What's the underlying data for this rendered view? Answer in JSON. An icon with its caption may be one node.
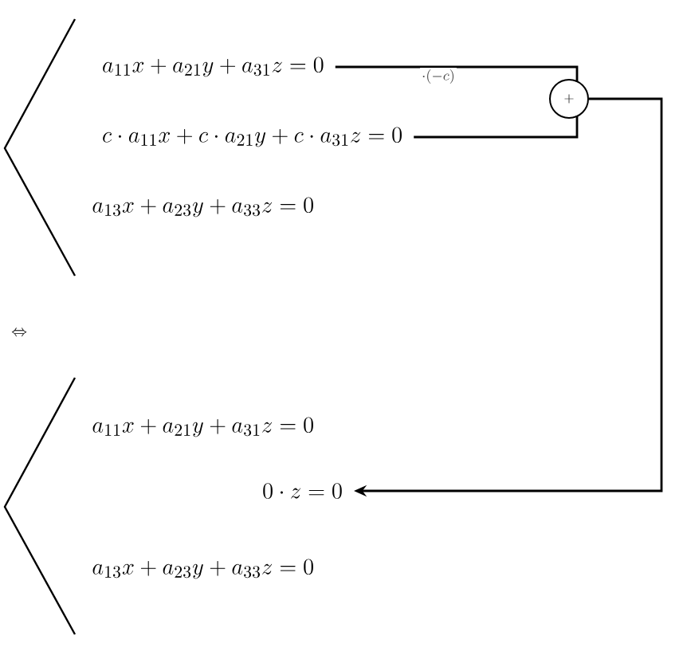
{
  "diagram": {
    "nodes": [
      {
        "text": [
          "a_{11}x+a_{21}y+a_{31}z=0"
        ]
      },
      {
        "text": [
          "c\\cdot a_{11}x+c\\cdot a_{21}y+c\\cdot a_{31}z=0"
        ]
      },
      {
        "text": [
          "+"
        ]
      },
      {
        "text": [
          "0\\cdot z=0"
        ]
      }
    ],
    "edges": [
      {
        "from": 0,
        "to": 2,
        "arrow": "none",
        "label": "\\cdot(-c)"
      },
      {
        "from": 1,
        "to": 2,
        "arrow": "none"
      },
      {
        "from": 2,
        "to": 3,
        "arrow": "to"
      }
    ],
    "labels": [
      "a_{13}x+a_{23}y+a_{33}z=0",
      "\\Leftrightarrow",
      "a_{11}x+a_{21}y+a_{31}z=0",
      "a_{13}x+a_{23}y+a_{33}z=0"
    ]
  }
}
